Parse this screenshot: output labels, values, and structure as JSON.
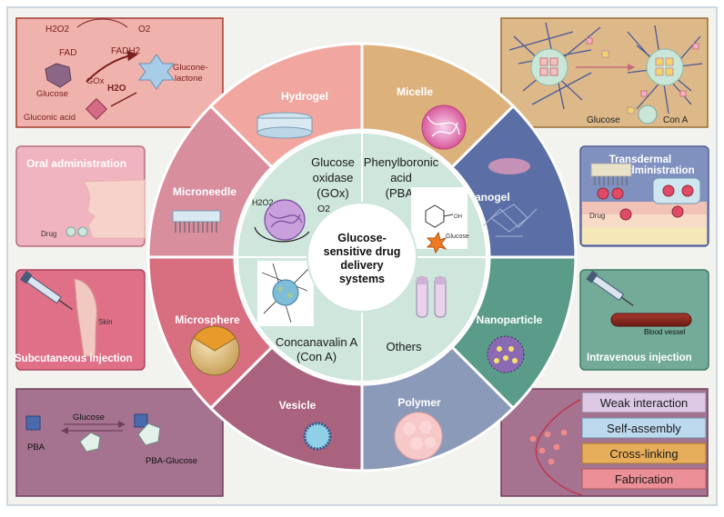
{
  "figure": {
    "center_title": "Glucose-sensitive drug delivery systems",
    "center_lines": [
      "Glucose-",
      "sensitive drug",
      "delivery",
      "systems"
    ],
    "inner": {
      "gox": {
        "lines": [
          "Glucose",
          "oxidase",
          "(GOx)"
        ],
        "o2": "O2",
        "h2o2": "H2O2"
      },
      "pba": {
        "lines": [
          "Phenylboronic",
          "acid",
          "(PBA)"
        ],
        "glucose": "Glucose",
        "oh": "OH"
      },
      "cona": {
        "lines": [
          "Concanavalin A",
          "(Con A)"
        ]
      },
      "others": "Others"
    },
    "ring": {
      "hydrogel": "Hydrogel",
      "micelle": "Micelle",
      "nanogel": "Nanogel",
      "nanoparticle": "Nanoparticle",
      "polymer": "Polymer",
      "vesicle": "Vesicle",
      "microsphere": "Microsphere",
      "microneedle": "Microneedle"
    },
    "panels": {
      "gox_reaction": {
        "h2o2": "H2O2",
        "o2": "O2",
        "fad": "FAD",
        "fadh2": "FADH2",
        "glucose": "Glucose",
        "gox": "GOx",
        "h2o": "H2O",
        "lactone": "Glucone-lactone",
        "lactone_lines": [
          "Glucone-",
          "lactone"
        ],
        "gluconic": "Gluconic acid"
      },
      "cona_network": {
        "glucose": "Glucose",
        "cona": "Con A"
      },
      "oral": {
        "title": "Oral administration",
        "drug": "Drug"
      },
      "transdermal": {
        "title": "Transdermal administration",
        "title_lines": [
          "Transdermal",
          "administration"
        ],
        "drug": "Drug"
      },
      "subcutaneous": {
        "title": "Subcutaneous injection",
        "skin": "Skin"
      },
      "intravenous": {
        "title": "Intravenous injection",
        "vessel": "Blood vessel"
      },
      "pba_binding": {
        "glucose": "Glucose",
        "pba": "PBA",
        "complex": "PBA-Glucose"
      },
      "mechanisms": [
        "Weak interaction",
        "Self-assembly",
        "Cross-linking",
        "Fabrication"
      ]
    }
  },
  "colors": {
    "hydrogel": "#f1a7a0",
    "micelle": "#ddb17c",
    "nanogel": "#5b6fa6",
    "nanoparticle": "#5a9c89",
    "polymer": "#8b9ab8",
    "vesicle": "#a9637f",
    "microsphere": "#d86f80",
    "microneedle": "#d88e9c",
    "inner": "#cfe6dc",
    "mech_weak": "#ddc9e6",
    "mech_self": "#bcd9ee",
    "mech_cross": "#e6ae5a",
    "mech_fab": "#ec8f96"
  }
}
